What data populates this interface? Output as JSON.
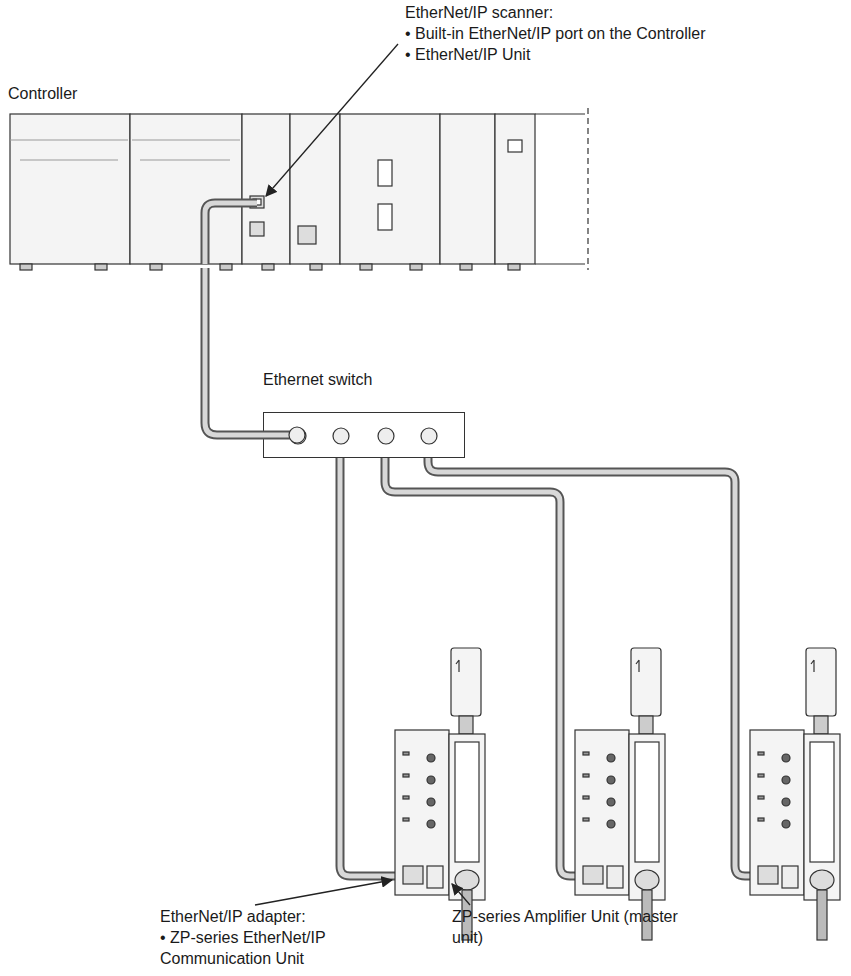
{
  "diagram": {
    "nodes": [
      {
        "text": [
          "Controller"
        ]
      },
      {
        "text": [
          "Ethernet switch"
        ]
      }
    ],
    "edges": [
      {
        "from": 0,
        "to": 1,
        "arrow": "none"
      }
    ],
    "labels": [
      "EtherNet/IP scanner:",
      "• Built-in EtherNet/IP port on the Controller",
      "• EtherNet/IP Unit",
      "EtherNet/IP adapter:",
      "• ZP-series EtherNet/IP Communication Unit",
      "ZP-series Amplifier Unit (master unit)"
    ]
  }
}
